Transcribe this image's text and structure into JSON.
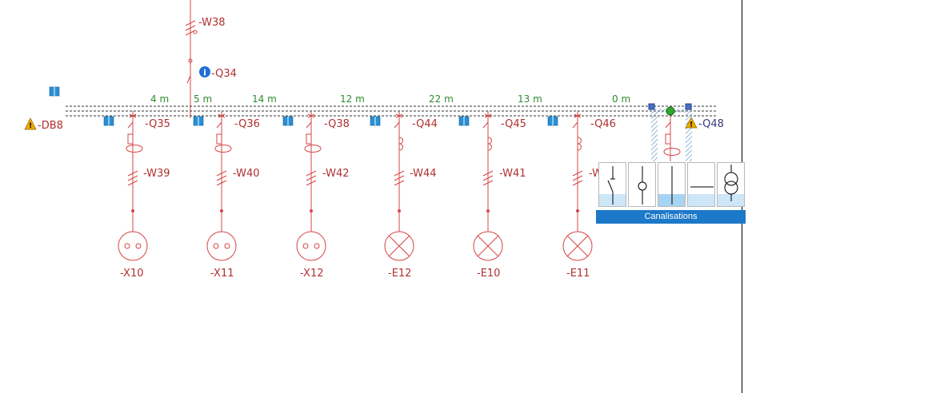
{
  "busbar": {
    "label": "-DB8",
    "distances": [
      "4 m",
      "5 m",
      "14 m",
      "12 m",
      "22 m",
      "13 m",
      "0 m"
    ]
  },
  "feeder": {
    "cable_label": "-W38",
    "breaker_label": "-Q34"
  },
  "circuits": [
    {
      "breaker": "-Q35",
      "cable": "-W39",
      "load": "-X10",
      "load_type": "socket"
    },
    {
      "breaker": "-Q36",
      "cable": "-W40",
      "load": "-X11",
      "load_type": "socket"
    },
    {
      "breaker": "-Q38",
      "cable": "-W42",
      "load": "-X12",
      "load_type": "socket"
    },
    {
      "breaker": "-Q44",
      "cable": "-W44",
      "load": "-E12",
      "load_type": "lamp"
    },
    {
      "breaker": "-Q45",
      "cable": "-W41",
      "load": "-E10",
      "load_type": "lamp"
    },
    {
      "breaker": "-Q46",
      "cable": "-W",
      "load": "-E11",
      "load_type": "lamp"
    }
  ],
  "selected_circuit": {
    "breaker": "-Q48",
    "status": "warning"
  },
  "palette": {
    "title": "Canalisations",
    "tools": [
      "switch-disconnector-icon",
      "circle-node-icon",
      "vertical-line-icon",
      "horizontal-line-icon",
      "transformer-icon"
    ],
    "active_index": 2
  },
  "colors": {
    "wire": "#d64545",
    "label": "#b03030",
    "distance": "#2e8b2e",
    "accent": "#1c78c8",
    "warning": "#f2a900"
  }
}
